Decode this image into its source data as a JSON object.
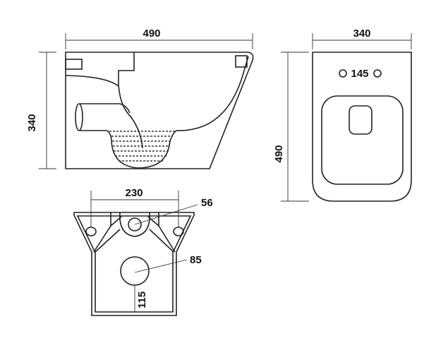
{
  "side_view": {
    "width_label": "490",
    "height_label": "340"
  },
  "top_view": {
    "width_label": "340",
    "length_label": "490",
    "bolt_spacing_label": "145"
  },
  "rear_view": {
    "bolt_spacing_label": "230",
    "inlet_label": "56",
    "outlet_label": "85",
    "outlet_height_label": "115"
  }
}
